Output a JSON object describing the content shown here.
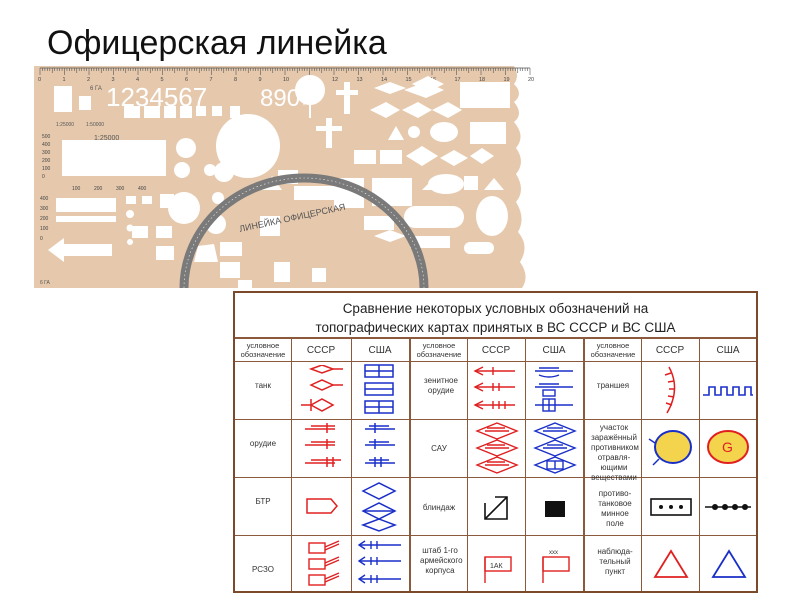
{
  "slide": {
    "title": "Офицерская линейка"
  },
  "ruler": {
    "name_text": "ЛИНЕЙКА ОФИЦЕРСКАЯ",
    "digits": "1234567",
    "digits2": "890",
    "scale_a": "1:25000",
    "scale_b": "1:50000",
    "scale_c": "1:25000",
    "top_ticks": [
      "0",
      "1",
      "2",
      "3",
      "4",
      "5",
      "6",
      "7",
      "8",
      "9",
      "10",
      "11",
      "12",
      "13",
      "14",
      "15",
      "16",
      "17",
      "18",
      "19",
      "20"
    ],
    "left_ticks_a": [
      "500",
      "400",
      "300",
      "200",
      "100",
      "0"
    ],
    "left_ticks_b": [
      "400",
      "300",
      "200",
      "100",
      "0"
    ],
    "bottom_nums": [
      "100",
      "200",
      "300",
      "400"
    ],
    "mark_ga": "6 ГА",
    "mark_ga2": "6 ГА",
    "colors": {
      "body": "#e6c9ad",
      "scale": "#555555"
    }
  },
  "table": {
    "title_line1": "Сравнение некоторых условных обозначений на",
    "title_line2": "топографических картах принятых в ВС СССР и ВС США",
    "header": {
      "symbol": "условное обозначение",
      "ussr": "СССР",
      "usa": "США"
    },
    "rows": [
      [
        "танк",
        "зенитное орудие",
        "траншея"
      ],
      [
        "орудие",
        "САУ",
        "участок заражённый противником отравля-ющими веществами"
      ],
      [
        "БТР",
        "блиндаж",
        "противо-танковое минное поле"
      ],
      [
        "РСЗО",
        "штаб 1-го армейского корпуса",
        "наблюда-тельный пункт"
      ]
    ],
    "labels": {
      "g_mark": "G",
      "ak_mark": "1АК",
      "xxx_mark": "xxx"
    },
    "colors": {
      "ussr": "#e02020",
      "usa": "#1a2fc8",
      "grid": "#8b5a3c"
    }
  }
}
